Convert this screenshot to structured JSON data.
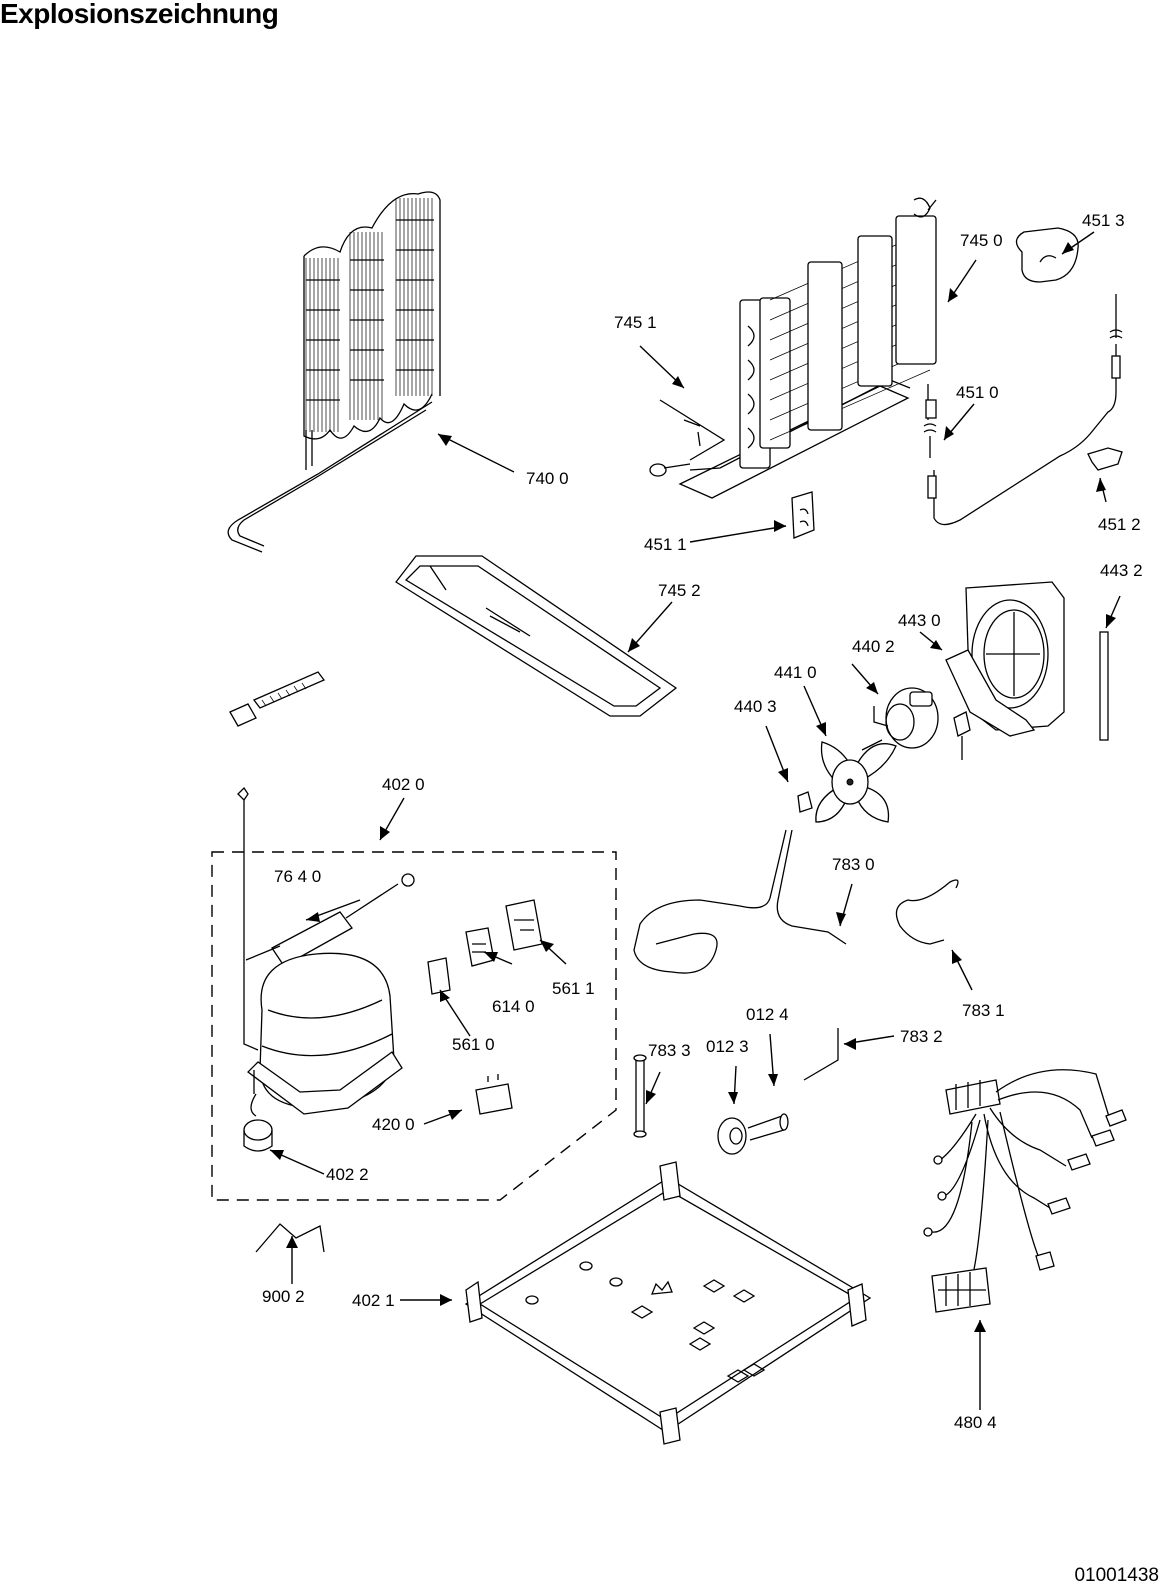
{
  "title": "Explosionszeichnung",
  "document_number": "01001438",
  "callouts": [
    {
      "id": "740",
      "label": "740 0"
    },
    {
      "id": "745-1",
      "label": "745 1"
    },
    {
      "id": "745-0",
      "label": "745 0"
    },
    {
      "id": "451-3",
      "label": "451 3"
    },
    {
      "id": "451-0",
      "label": "451 0"
    },
    {
      "id": "451-1",
      "label": "451 1"
    },
    {
      "id": "451-2",
      "label": "451 2"
    },
    {
      "id": "745-2",
      "label": "745 2"
    },
    {
      "id": "443-2",
      "label": "443 2"
    },
    {
      "id": "443-0",
      "label": "443 0"
    },
    {
      "id": "440-2",
      "label": "440 2"
    },
    {
      "id": "441-0",
      "label": "441 0"
    },
    {
      "id": "440-3",
      "label": "440 3"
    },
    {
      "id": "402-0",
      "label": "402 0"
    },
    {
      "id": "764-0",
      "label": "76 4 0"
    },
    {
      "id": "783-0",
      "label": "783 0"
    },
    {
      "id": "561-1",
      "label": "561 1"
    },
    {
      "id": "614-0",
      "label": "614 0"
    },
    {
      "id": "561-0",
      "label": "561 0"
    },
    {
      "id": "783-1",
      "label": "783 1"
    },
    {
      "id": "012-4",
      "label": "012 4"
    },
    {
      "id": "783-3",
      "label": "783 3"
    },
    {
      "id": "012-3",
      "label": "012 3"
    },
    {
      "id": "783-2",
      "label": "783 2"
    },
    {
      "id": "420-0",
      "label": "420 0"
    },
    {
      "id": "402-2",
      "label": "402 2"
    },
    {
      "id": "900-2",
      "label": "900 2"
    },
    {
      "id": "402-1",
      "label": "402 1"
    },
    {
      "id": "480-4",
      "label": "480 4"
    }
  ]
}
